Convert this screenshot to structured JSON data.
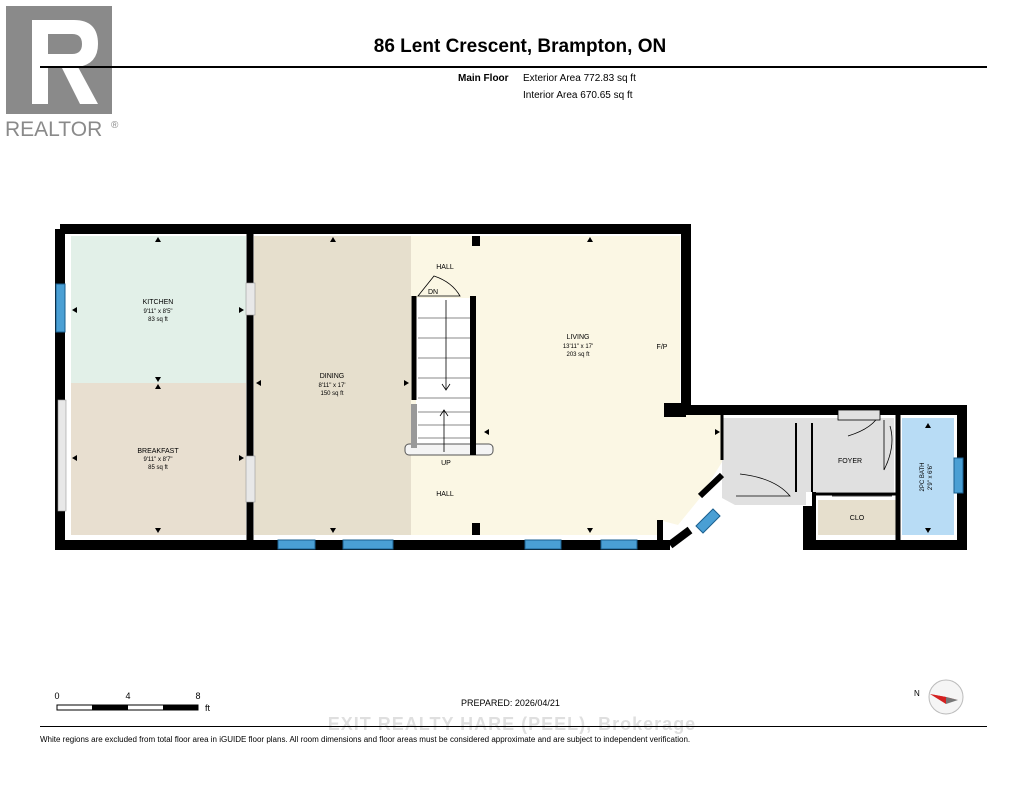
{
  "logo": {
    "text": "REALTOR",
    "mark": "®",
    "icon": "realtor-r-logo"
  },
  "header": {
    "title": "86 Lent Crescent, Brampton, ON",
    "floor_name": "Main Floor",
    "exterior_area": "Exterior Area 772.83 sq ft",
    "interior_area": "Interior Area 670.65 sq ft"
  },
  "rooms": {
    "kitchen": {
      "name": "KITCHEN",
      "dims": "9'11\" x 8'5\"",
      "area": "83 sq ft"
    },
    "breakfast": {
      "name": "BREAKFAST",
      "dims": "9'11\" x 8'7\"",
      "area": "85 sq ft"
    },
    "dining": {
      "name": "DINING",
      "dims": "8'11\" x 17'",
      "area": "150 sq ft"
    },
    "living": {
      "name": "LIVING",
      "dims": "13'11\" x 17'",
      "area": "203 sq ft"
    },
    "foyer": {
      "name": "FOYER"
    },
    "closet": {
      "name": "CLO"
    },
    "bath": {
      "name": "2PC BATH",
      "dims": "2'9\" x 6'6\""
    },
    "hall_top": "HALL",
    "hall_bottom": "HALL",
    "stair_down": "DN",
    "stair_up": "UP",
    "fireplace": "F/P"
  },
  "colors": {
    "kitchen": "#e2f0e8",
    "breakfast": "#e8dfd0",
    "dining": "#e6dfcd",
    "living": "#fbf7e4",
    "foyer": "#e0e0e0",
    "closet": "#e6dfcd",
    "bath": "#b8dcf5",
    "window": "#4a9fd4",
    "wall": "#000000"
  },
  "scale": {
    "labels": [
      "0",
      "4",
      "8"
    ],
    "unit": "ft"
  },
  "compass": {
    "label": "N"
  },
  "footer": {
    "prepared": "PREPARED: 2026/04/21",
    "disclaimer": "White regions are excluded from total floor area in iGUIDE floor plans. All room dimensions and floor areas must be considered approximate and are subject to independent verification.",
    "watermark": "EXIT REALTY HARE (PEEL), Brokerage"
  }
}
